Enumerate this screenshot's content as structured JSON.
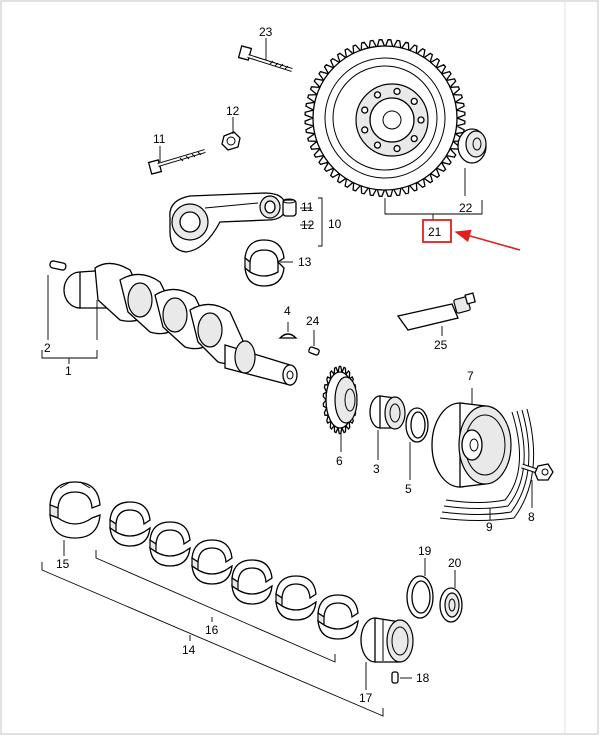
{
  "callouts": {
    "c1": "1",
    "c2": "2",
    "c3": "3",
    "c4": "4",
    "c5": "5",
    "c6": "6",
    "c7": "7",
    "c8": "8",
    "c9": "9",
    "c10": "10",
    "c11a": "11",
    "c11b": "11",
    "c12a": "12",
    "c12b": "12",
    "c13": "13",
    "c14": "14",
    "c15": "15",
    "c16": "16",
    "c17": "17",
    "c18": "18",
    "c19": "19",
    "c20": "20",
    "c21": "21",
    "c22": "22",
    "c23": "23",
    "c24": "24",
    "c25": "25"
  },
  "highlight": {
    "callout": "21",
    "box_color": "#e0201c",
    "arrow_color": "#e0201c"
  },
  "colors": {
    "frame_border": "#d7d7d7",
    "ink": "#000000"
  }
}
